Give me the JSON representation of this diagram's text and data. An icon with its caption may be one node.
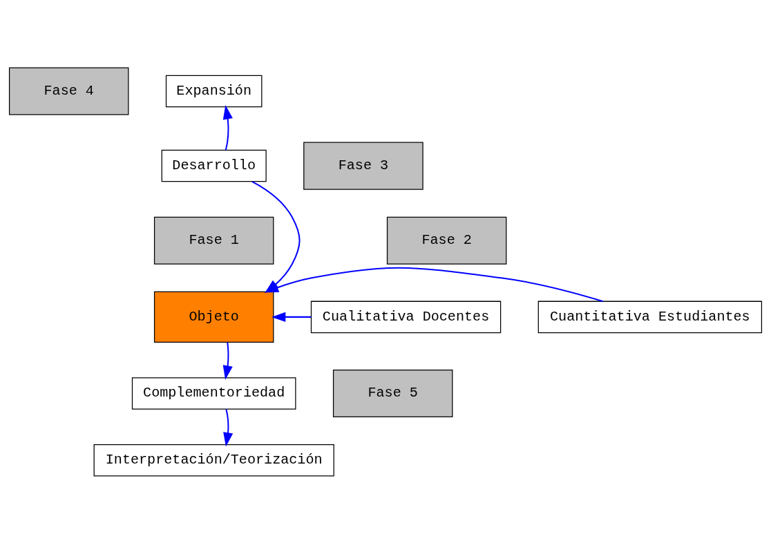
{
  "diagram": {
    "nodes": [
      {
        "text": [
          "Fase 4"
        ]
      },
      {
        "text": [
          "Expansión"
        ]
      },
      {
        "text": [
          "Fase 3"
        ]
      },
      {
        "text": [
          "Desarrollo"
        ]
      },
      {
        "text": [
          "Fase 1"
        ]
      },
      {
        "text": [
          "Fase 2"
        ]
      },
      {
        "text": [
          "Cualitativa Docentes"
        ]
      },
      {
        "text": [
          "Objeto"
        ]
      },
      {
        "text": [
          "Cuantitativa Estudiantes"
        ]
      },
      {
        "text": [
          "Complementoriedad"
        ]
      },
      {
        "text": [
          "Fase 5"
        ]
      },
      {
        "text": [
          "Interpretación/Teorización"
        ]
      }
    ],
    "edges": [
      {
        "from": 3,
        "to": 1,
        "arrow": "to"
      },
      {
        "from": 3,
        "to": 7,
        "arrow": "to"
      },
      {
        "from": 6,
        "to": 7,
        "arrow": "to"
      },
      {
        "from": 8,
        "to": 7,
        "arrow": "to"
      },
      {
        "from": 7,
        "to": 9,
        "arrow": "to"
      },
      {
        "from": 9,
        "to": 11,
        "arrow": "to"
      }
    ]
  }
}
